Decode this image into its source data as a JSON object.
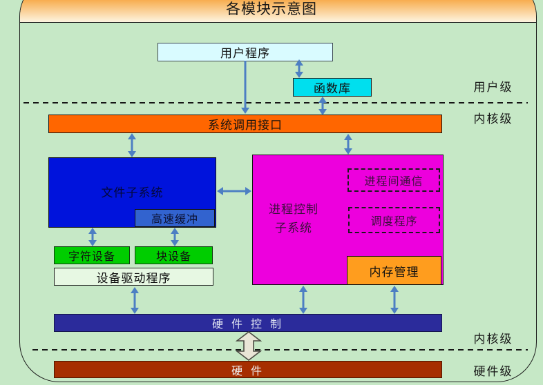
{
  "title": "各模块示意图",
  "levels": {
    "user": "用户级",
    "kernel_top": "内核级",
    "kernel_bottom": "内核级",
    "hardware": "硬件级"
  },
  "boxes": {
    "user_program": "用户程序",
    "function_library": "函数库",
    "syscall_interface": "系统调用接口",
    "file_subsystem": "文件子系统",
    "buffer_cache": "高速缓冲",
    "process_subsystem_line1": "进程控制",
    "process_subsystem_line2": "子系统",
    "ipc": "进程间通信",
    "scheduler": "调度程序",
    "memory_management": "内存管理",
    "char_device": "字符设备",
    "block_device": "块设备",
    "device_driver": "设备驱动程序",
    "hardware_control": "硬 件 控 制",
    "hardware": "硬 件"
  },
  "colors": {
    "background": "#c6e8c6",
    "header_gradient_top": "#f7a53e",
    "header_gradient_bottom": "#fdf4e0",
    "user_program_fill": "#d9fbff",
    "function_library_fill": "#00dfee",
    "syscall_fill": "#ff6600",
    "file_subsystem_fill": "#0013dc",
    "buffer_cache_fill": "#3263cf",
    "process_subsystem_fill": "#ed00dd",
    "memory_fill": "#ff9d1e",
    "device_fill": "#00cd00",
    "device_driver_fill": "#e7f8e3",
    "hardware_control_fill": "#2b2b9b",
    "hardware_fill": "#a62e00",
    "arrow_blue": "#4d7fc3"
  }
}
